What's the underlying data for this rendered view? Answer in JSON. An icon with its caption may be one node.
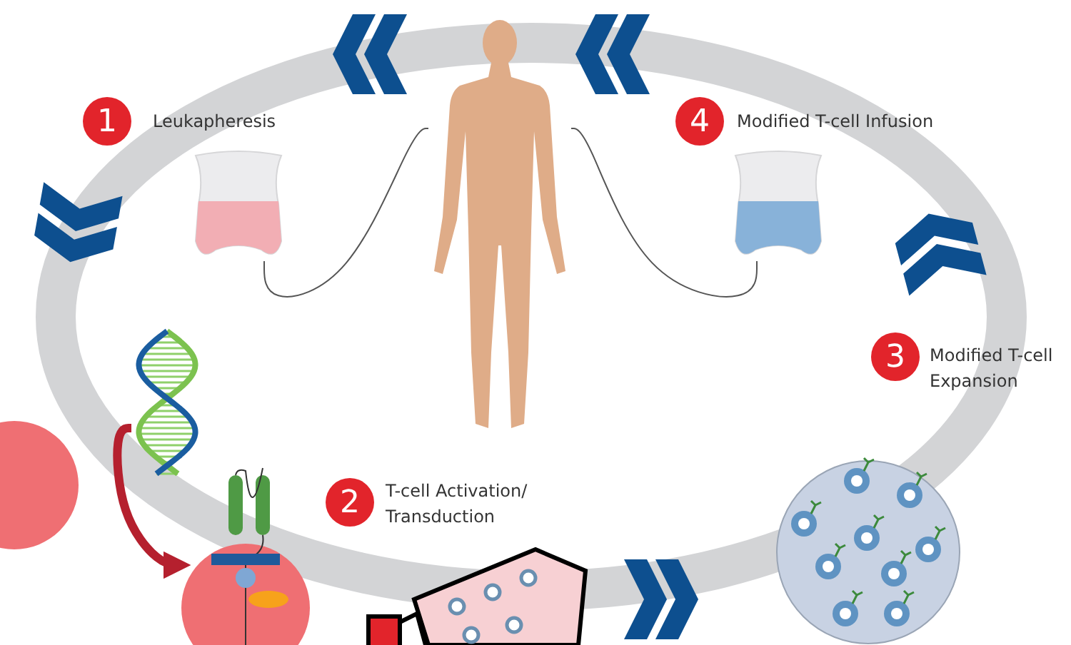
{
  "diagram": {
    "nodes": [
      {
        "text": [
          "1"
        ],
        "beside": [
          "Leukapheresis"
        ]
      },
      {
        "text": [
          "2"
        ],
        "beside": [
          "T-cell Activation/ Transduction"
        ]
      },
      {
        "text": [
          "3"
        ],
        "beside": [
          "Modified T-cell Expansion"
        ]
      },
      {
        "text": [
          "4"
        ],
        "beside": [
          "Modified T-cell Infusion"
        ]
      },
      {
        "text": [],
        "shape": "person"
      },
      {
        "text": [],
        "shape": "picture"
      },
      {
        "text": [],
        "shape": "picture"
      },
      {
        "text": [],
        "shape": "picture"
      },
      {
        "text": [],
        "shape": "picture"
      },
      {
        "text": [],
        "shape": "chevron"
      },
      {
        "text": [],
        "shape": "chevron"
      },
      {
        "text": [],
        "shape": "chevron"
      },
      {
        "text": [],
        "shape": "chevron"
      },
      {
        "text": [],
        "shape": "chevron"
      }
    ],
    "edges": [
      {
        "from": 5,
        "to": 4,
        "arrow": "none"
      },
      {
        "from": 6,
        "to": 4,
        "arrow": "none"
      },
      {
        "from": 7,
        "to": 8,
        "arrow": "to",
        "style": "thick",
        "color": "#b5202e"
      }
    ]
  }
}
